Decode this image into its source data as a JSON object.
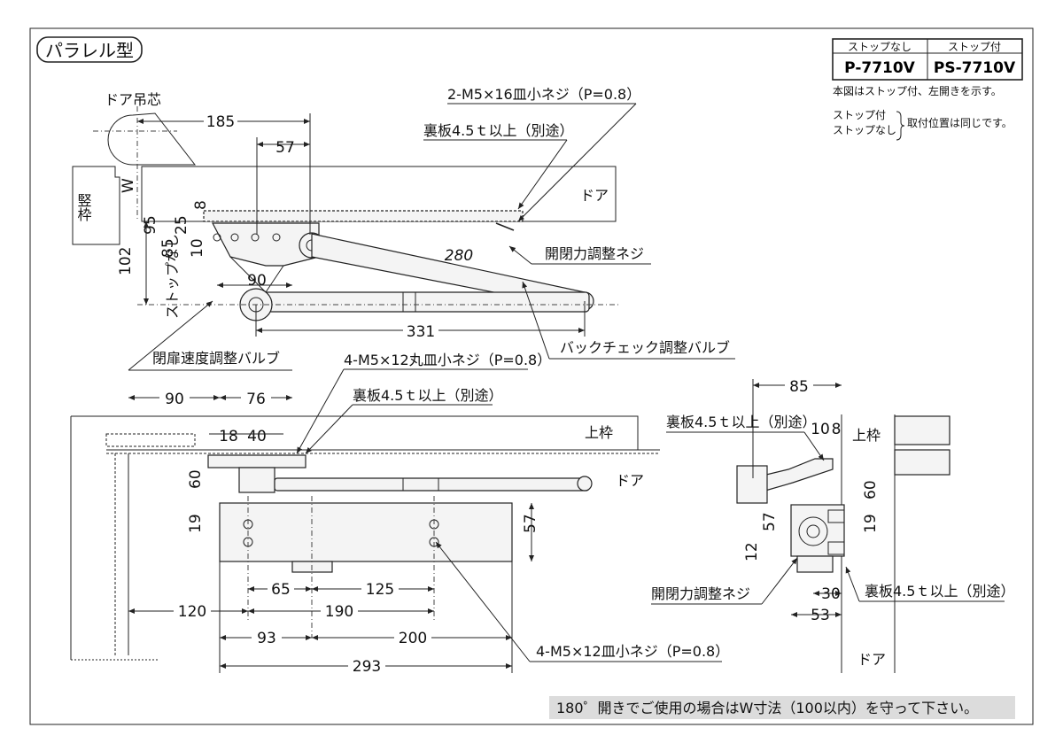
{
  "title": "パラレル型",
  "model_table": {
    "headers": [
      "ストップなし",
      "ストップ付"
    ],
    "values": [
      "P-7710V",
      "PS-7710V"
    ]
  },
  "notes": {
    "figure_note": "本図はストップ付、左開きを示す。",
    "stop_with": "ストップ付",
    "stop_without": "ストップなし",
    "same_position": "取付位置は同じです。",
    "bottom_note": "180゜開きでご使用の場合はW寸法（100以内）を守って下さい。"
  },
  "labels": {
    "door_hinge": "ドア吊芯",
    "jamb": "竪枠",
    "w": "W",
    "door": "ドア",
    "top_frame": "上枠",
    "screw_top": "2-M5×16皿小ネジ（P=0.8）",
    "backing_plate": "裏板4.5ｔ以上（別途）",
    "force_adjust_screw": "開閉力調整ネジ",
    "closing_speed_valve": "閉扉速度調整バルブ",
    "backcheck_valve": "バックチェック調整バルブ",
    "screw_round": "4-M5×12丸皿小ネジ（P=0.8）",
    "screw_flat": "4-M5×12皿小ネジ（P=0.8）",
    "no_stop_vertical": "ストップなし"
  },
  "dims": {
    "d185": "185",
    "d57": "57",
    "d8": "8",
    "d25": "25",
    "d95": "95",
    "d10": "10",
    "d85": "85",
    "d102": "102",
    "d90": "90",
    "d280": "280",
    "d331": "331",
    "t90": "90",
    "t76": "76",
    "t18": "18",
    "t40": "40",
    "t60": "60",
    "t19": "19",
    "t57": "57",
    "t65": "65",
    "t125": "125",
    "t120": "120",
    "t190": "190",
    "t93": "93",
    "t200": "200",
    "t293": "293",
    "s85": "85",
    "s10": "10",
    "s8": "8",
    "s60": "60",
    "s57": "57",
    "s12": "12",
    "s19": "19",
    "s30": "30",
    "s53": "53"
  }
}
